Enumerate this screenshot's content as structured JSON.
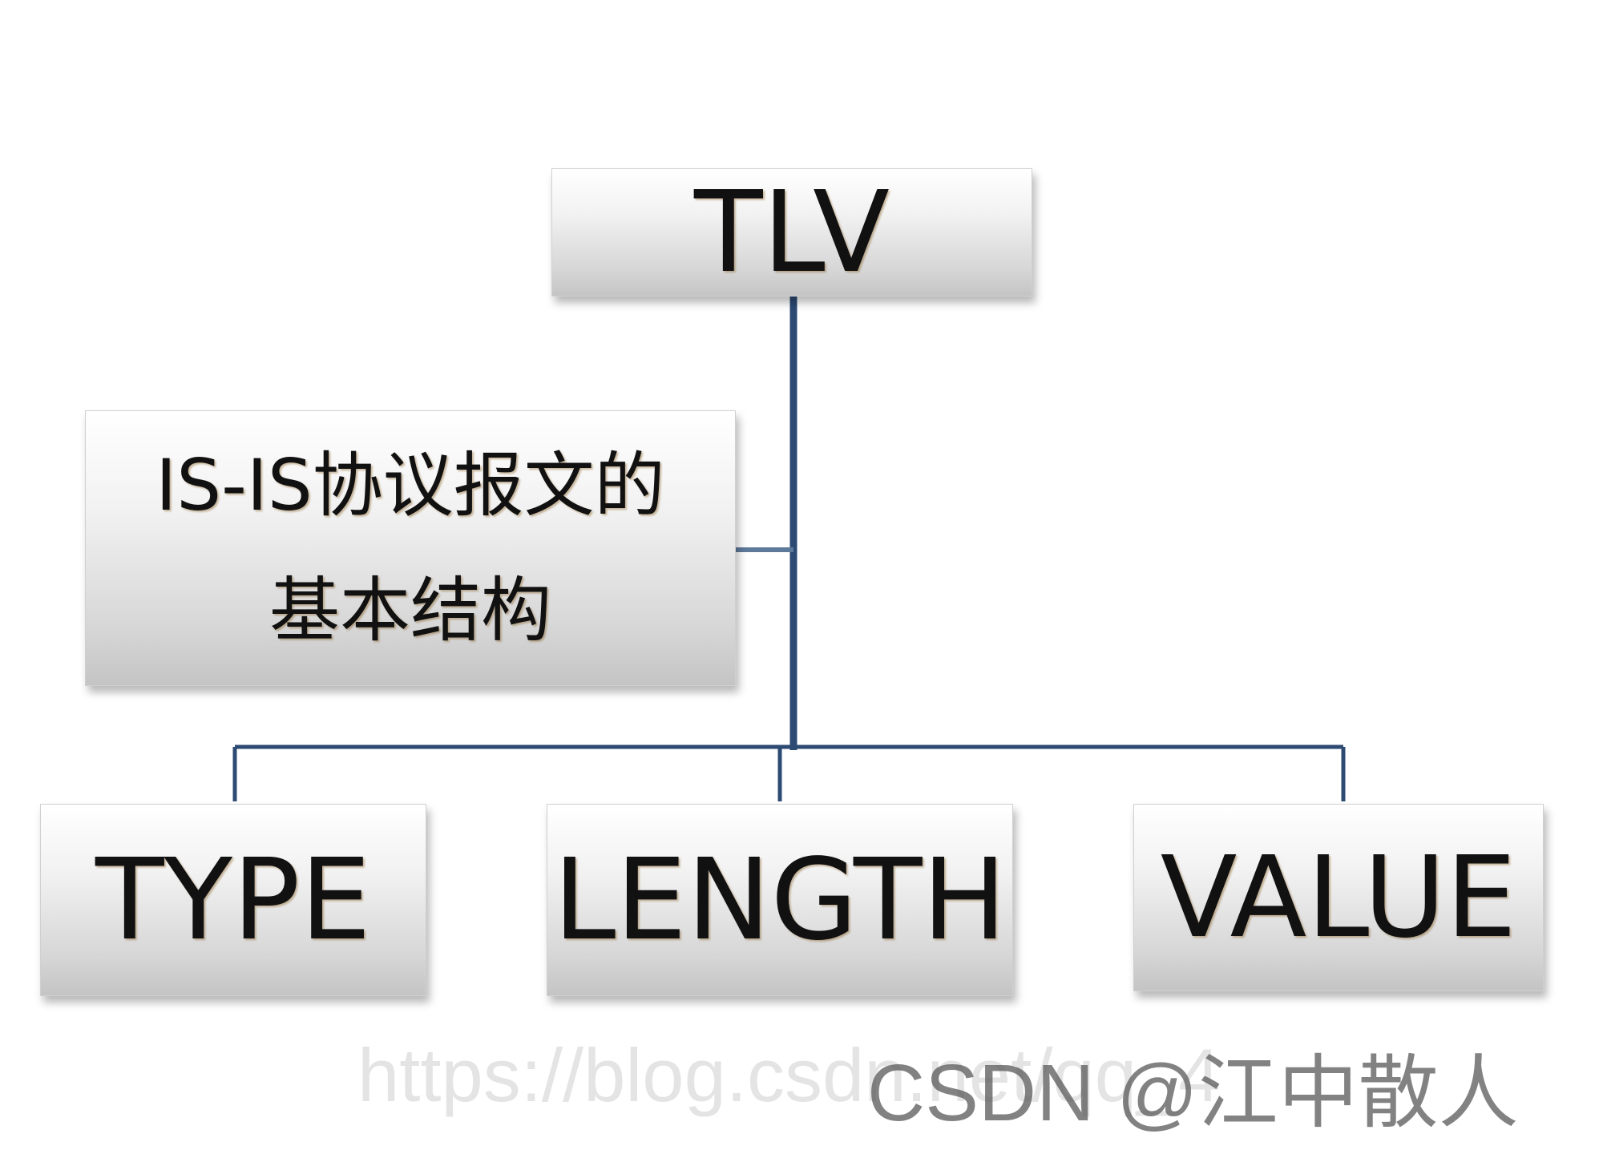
{
  "diagram": {
    "root": "TLV",
    "description": [
      "IS-IS协议报文的",
      "基本结构"
    ],
    "children": [
      "TYPE",
      "LENGTH",
      "VALUE"
    ]
  },
  "colors": {
    "connector": "#2d4a73",
    "connector_light": "#5e7a9b",
    "text": "#111111"
  },
  "watermark": {
    "url": "https://blog.csdn.net/qq_4",
    "brand": "CSDN @江中散人"
  }
}
